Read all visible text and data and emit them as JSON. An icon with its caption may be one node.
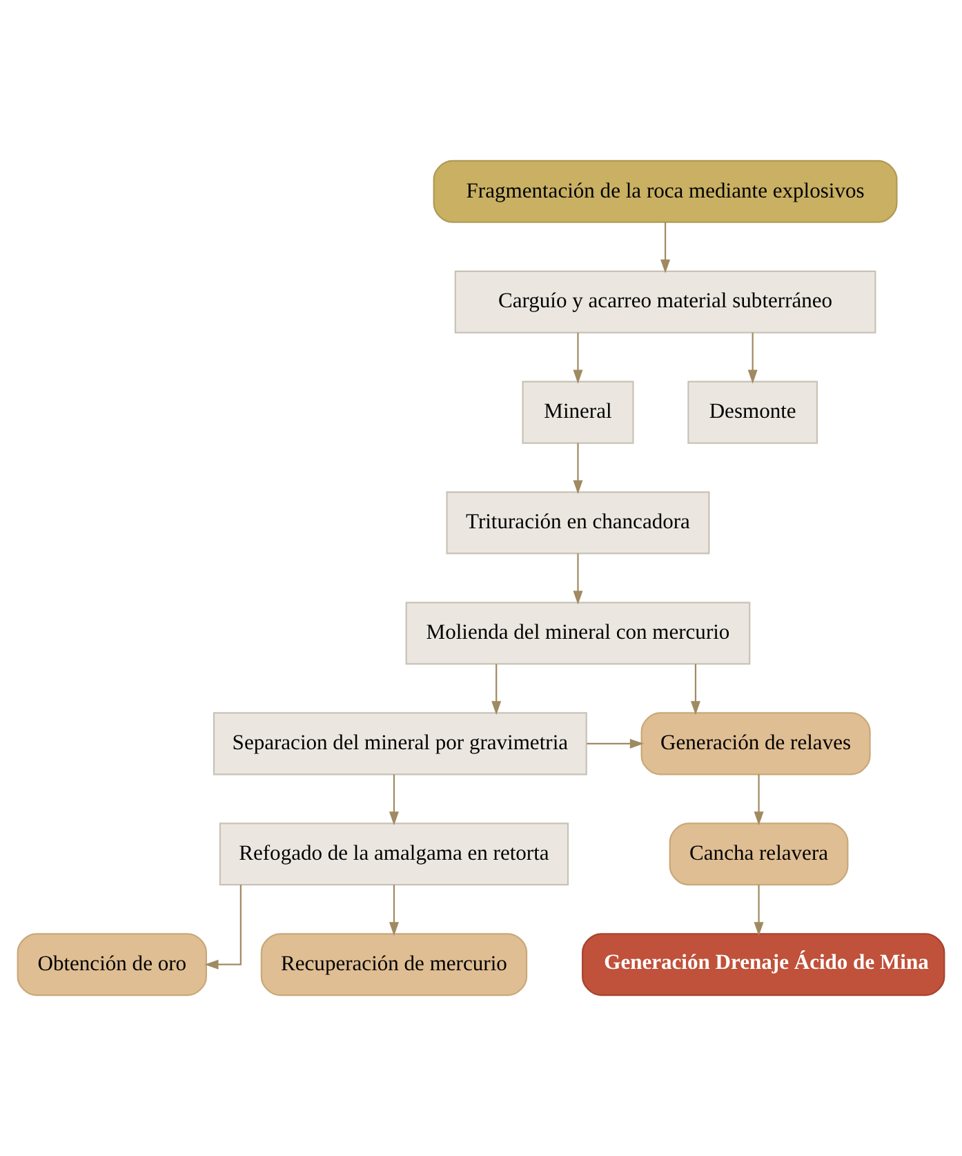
{
  "diagram": {
    "nodes": [
      {
        "text": [
          "Fragmentación de la roca mediante explosivos"
        ]
      },
      {
        "text": [
          "Carguío y acarreo material subterráneo"
        ]
      },
      {
        "text": [
          "Mineral"
        ]
      },
      {
        "text": [
          "Desmonte"
        ]
      },
      {
        "text": [
          "Trituración en chancadora"
        ]
      },
      {
        "text": [
          "Molienda del mineral con mercurio"
        ]
      },
      {
        "text": [
          "Separacion del mineral por gravimetria"
        ]
      },
      {
        "text": [
          "Refogado de la amalgama en retorta"
        ]
      },
      {
        "text": [
          "Obtención de oro"
        ]
      },
      {
        "text": [
          "Recuperación de mercurio"
        ]
      },
      {
        "text": [
          "Generación de relaves"
        ]
      },
      {
        "text": [
          "Cancha relavera"
        ]
      },
      {
        "text": [
          "Generación Drenaje Ácido de Mina"
        ]
      }
    ],
    "edges": [
      {
        "from": 0,
        "to": 1,
        "arrow": "to"
      },
      {
        "from": 1,
        "to": 2,
        "arrow": "to"
      },
      {
        "from": 1,
        "to": 3,
        "arrow": "to"
      },
      {
        "from": 2,
        "to": 4,
        "arrow": "to"
      },
      {
        "from": 4,
        "to": 5,
        "arrow": "to"
      },
      {
        "from": 5,
        "to": 6,
        "arrow": "to"
      },
      {
        "from": 5,
        "to": 10,
        "arrow": "to"
      },
      {
        "from": 6,
        "to": 10,
        "arrow": "to"
      },
      {
        "from": 6,
        "to": 7,
        "arrow": "to"
      },
      {
        "from": 7,
        "to": 8,
        "arrow": "to"
      },
      {
        "from": 7,
        "to": 9,
        "arrow": "to"
      },
      {
        "from": 10,
        "to": 11,
        "arrow": "to"
      },
      {
        "from": 11,
        "to": 12,
        "arrow": "to"
      }
    ]
  }
}
